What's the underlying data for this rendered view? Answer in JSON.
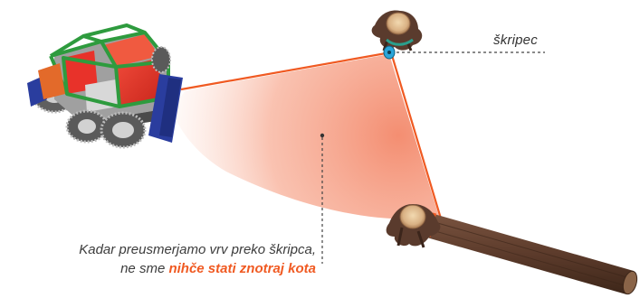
{
  "labels": {
    "pulley": "škripec"
  },
  "caption": {
    "line1": "Kadar preusmerjamo vrv preko škripca,",
    "line2_prefix": "ne sme ",
    "line2_highlight": "nihče stati znotraj kota"
  },
  "colors": {
    "rope": "#f05a22",
    "danger_zone": "#f6a48c",
    "highlight": "#f05a22",
    "leader_line": "#444444",
    "tractor_cabin_frame": "#2e9b3e",
    "tractor_body": "#e8322a",
    "tractor_blade": "#2a3d9e",
    "pulley_block": "#2aa5d9",
    "stump_bark": "#6a4a3a",
    "log_bark": "#5a3a2a"
  },
  "icons": {
    "tractor": "forestry-tractor-icon",
    "pulley_stump": "stump-with-pulley-icon",
    "log": "log-icon"
  }
}
